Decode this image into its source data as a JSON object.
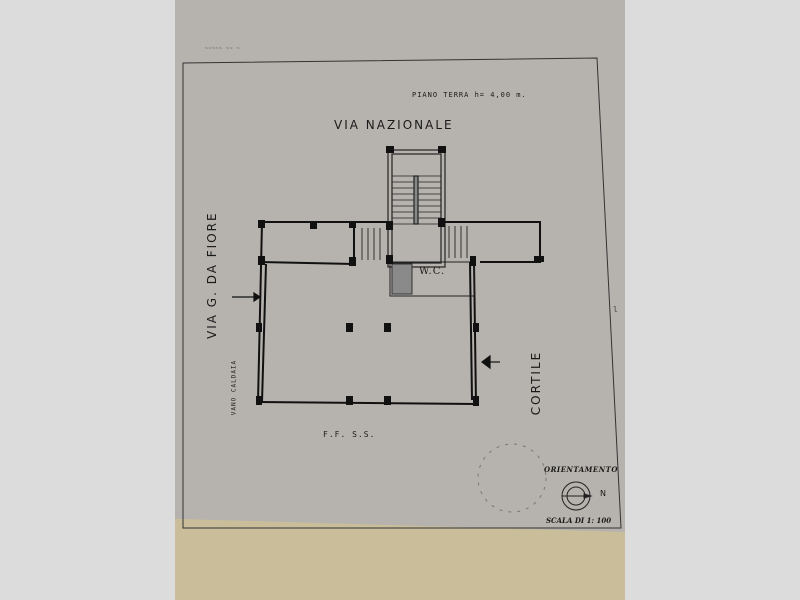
{
  "drawing": {
    "title": "PIANO TERRA  h= 4,00 m.",
    "streets": {
      "top": "VIA NAZIONALE",
      "left": "VIA G. DA FIORE"
    },
    "labels": {
      "boiler_room": "VANO CALDAIA",
      "courtyard": "CORTILE",
      "wc": "W.C.",
      "railway": "F.F.  S.S.",
      "side_mark": "l"
    },
    "orientation": {
      "heading": "ORIENTAMENTO",
      "north_label": "N"
    },
    "scale": "SCALA DI 1: 100"
  },
  "colors": {
    "background": "#dcdcdc",
    "paper": "#b6b3ae",
    "table_surface": "#c9bd9a",
    "ink": "#1a1a1a"
  }
}
